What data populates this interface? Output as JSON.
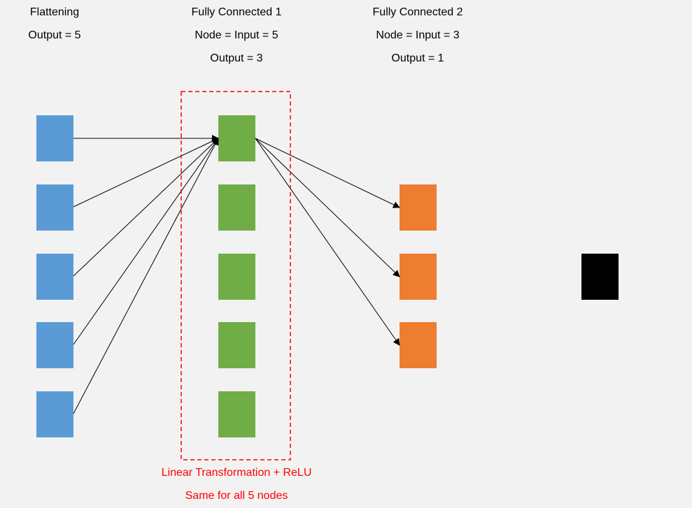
{
  "columns": {
    "flattening": {
      "title": "Flattening",
      "output": "Output = 5"
    },
    "fc1": {
      "title": "Fully Connected 1",
      "node_input": "Node = Input = 5",
      "output": "Output = 3"
    },
    "fc2": {
      "title": "Fully Connected 2",
      "node_input": "Node = Input = 3",
      "output": "Output = 1"
    }
  },
  "annotation": {
    "line1": "Linear Transformation + ReLU",
    "line2": "Same for all 5 nodes"
  },
  "colors": {
    "input_node": "#5b9bd5",
    "hidden_node": "#70ad47",
    "fc2_node": "#ed7d31",
    "output_node": "#000000",
    "highlight_box": "#ff0000",
    "connection": "#000000"
  }
}
